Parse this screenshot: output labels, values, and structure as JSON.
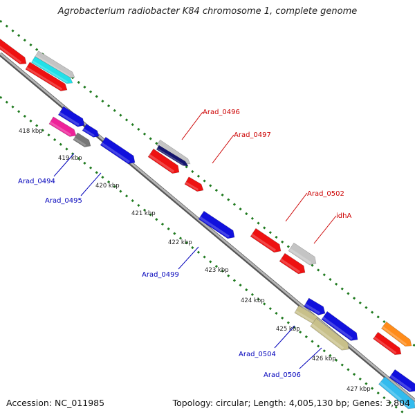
{
  "title": "Agrobacterium radiobacter K84 chromosome 1, complete genome",
  "footer": {
    "accession_label": "Accession:",
    "accession": "NC_011985",
    "topology_label": "Topology:",
    "topology": "circular;",
    "length_label": "Length:",
    "length": "4,005,130 bp;",
    "genes_label": "Genes:",
    "genes": "3,804"
  },
  "scale_ticks": [
    "418 kbp",
    "419 kbp",
    "420 kbp",
    "421 kbp",
    "422 kbp",
    "423 kbp",
    "424 kbp",
    "425 kbp",
    "426 kbp",
    "427 kbp"
  ],
  "gene_labels": {
    "forward": [
      "Arad_0496",
      "Arad_0497",
      "Arad_0502",
      "idhA"
    ],
    "reverse": [
      "Arad_0494",
      "Arad_0495",
      "Arad_0499",
      "Arad_0504",
      "Arad_0506"
    ]
  },
  "colors": {
    "backbone": "#8a8a8a",
    "forward_label": "#cc0000",
    "reverse_label": "#0000bb",
    "dotted_track": "#1f7a1f",
    "red": "#ee1111",
    "blue": "#1111dd",
    "navy": "#14146e",
    "grey": "#c4c4c4",
    "darkgrey": "#777777",
    "cyan": "#22e0e8",
    "skyblue": "#33bbee",
    "magenta": "#ee2299",
    "olive": "#c8c08a",
    "orange": "#ff8c1a"
  }
}
